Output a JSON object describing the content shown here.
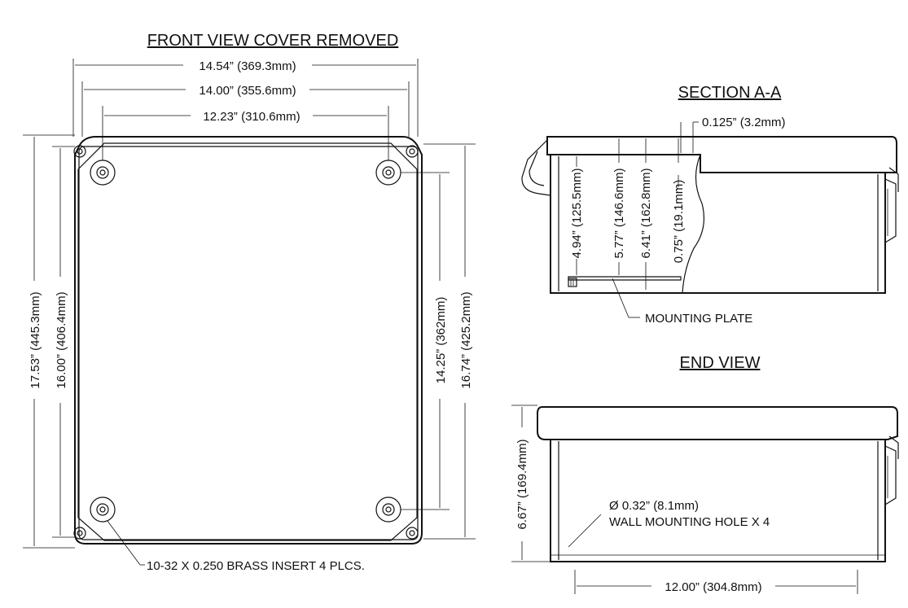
{
  "titles": {
    "front": "FRONT VIEW COVER REMOVED",
    "section": "SECTION A-A",
    "end": "END VIEW"
  },
  "front_dims": {
    "overall_width": "14.54” (369.3mm)",
    "width_inner": "14.00” (355.6mm)",
    "insert_spacing_width": "12.23” (310.6mm)",
    "overall_height": "17.53” (445.3mm)",
    "height_inner": "16.00” (406.4mm)",
    "insert_spacing_height": "14.25” (362mm)",
    "height_right": "16.74” (425.2mm)"
  },
  "front_labels": {
    "insert": "10-32 X 0.250 BRASS INSERT 4 PLCS."
  },
  "section_dims": {
    "lid_gap": "0.125” (3.2mm)",
    "d1": "4.94” (125.5mm)",
    "d2": "5.77” (146.6mm)",
    "d3": "6.41” (162.8mm)",
    "d4": "0.75” (19.1mm)"
  },
  "section_labels": {
    "plate": "MOUNTING PLATE"
  },
  "end_dims": {
    "height": "6.67” (169.4mm)",
    "width": "12.00” (304.8mm)"
  },
  "end_labels": {
    "hole_dia": "Ø 0.32” (8.1mm)",
    "hole_desc": "WALL MOUNTING HOLE X 4"
  }
}
